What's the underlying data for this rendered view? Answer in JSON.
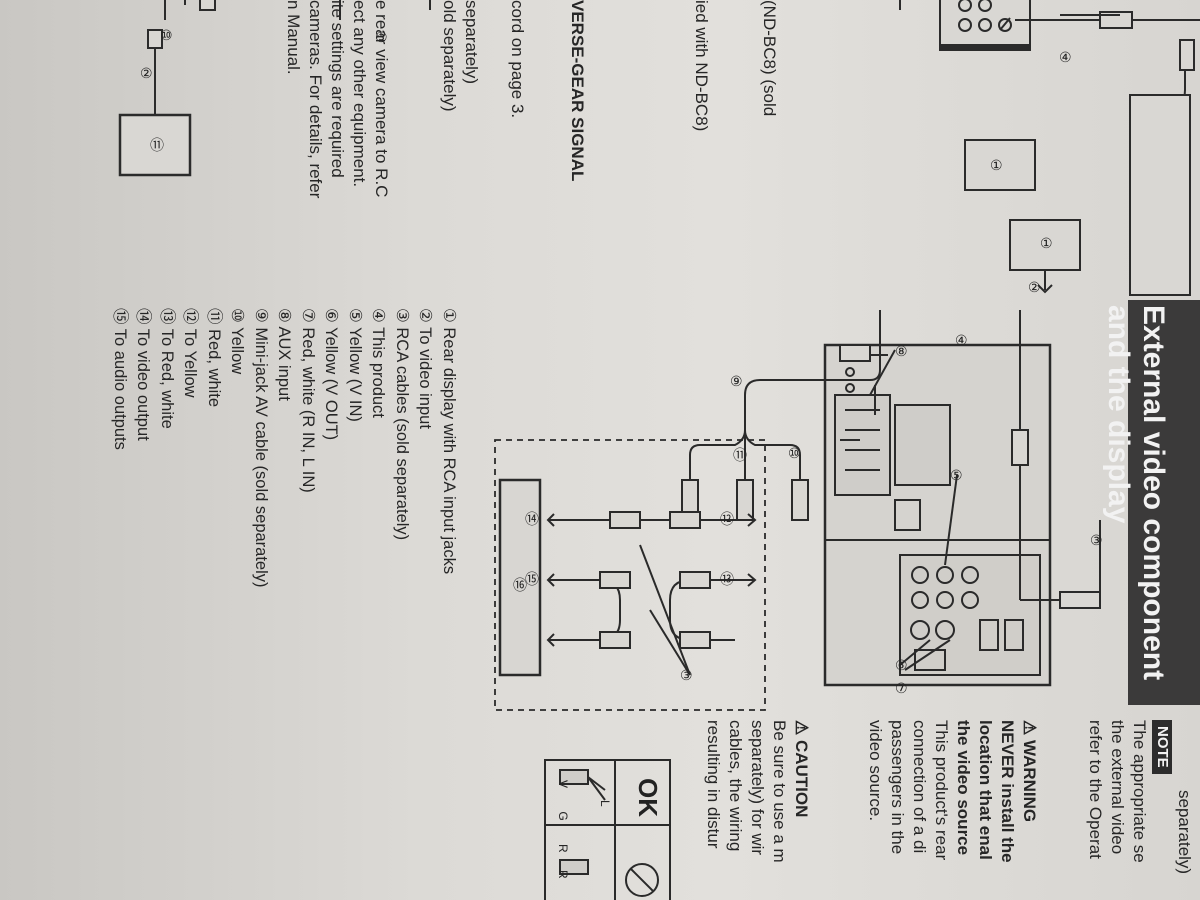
{
  "section_title": {
    "line1": "External video component",
    "line2": "and the display"
  },
  "left_column": {
    "lines": [
      "(ND-BC8) (sold",
      "ied with ND-BC8)",
      "VERSE-GEAR SIGNAL",
      "cord on page 3.",
      "separately)",
      "old separately)",
      "e rear view camera to R.C",
      "ect any other equipment.",
      "ite settings are required",
      " cameras. For details, refer",
      "n Manual."
    ]
  },
  "legend": {
    "items": [
      {
        "num": "①",
        "text": "Rear display with RCA input jacks"
      },
      {
        "num": "②",
        "text": "To video input"
      },
      {
        "num": "③",
        "text": "RCA cables (sold separately)"
      },
      {
        "num": "④",
        "text": "This product"
      },
      {
        "num": "⑤",
        "text": "Yellow (V IN)"
      },
      {
        "num": "⑥",
        "text": "Yellow (V OUT)"
      },
      {
        "num": "⑦",
        "text": "Red, white (R IN, L IN)"
      },
      {
        "num": "⑧",
        "text": "AUX input"
      },
      {
        "num": "⑨",
        "text": "Mini-jack AV cable (sold separately)"
      },
      {
        "num": "⑩",
        "text": "Yellow"
      },
      {
        "num": "⑪",
        "text": "Red, white"
      },
      {
        "num": "⑫",
        "text": "To Yellow"
      },
      {
        "num": "⑬",
        "text": "To Red, white"
      },
      {
        "num": "⑭",
        "text": "To video output"
      },
      {
        "num": "⑮",
        "text": "To audio outputs"
      }
    ]
  },
  "right_column": {
    "top_text": "separately)",
    "note_badge": "NOTE",
    "note_lines": [
      "The appropriate se",
      "the external video",
      "refer to the Operat"
    ],
    "warning_title": "WARNING",
    "warning_lines": [
      "NEVER install the",
      "location that enal",
      "the video source",
      "This product's rear",
      "connection of a di",
      "passengers in the",
      "video source."
    ],
    "caution_title": "CAUTION",
    "caution_lines": [
      "Be sure to use a m",
      "separately) for wir",
      "cables, the wiring",
      "resulting in distur"
    ],
    "ok_label": "OK",
    "jack_labels": [
      "L",
      "V",
      "G",
      "R"
    ]
  },
  "diagram_labels": {
    "n1": "①",
    "n2": "②",
    "n3": "③",
    "n4": "④",
    "n5": "⑤",
    "n6": "⑥",
    "n7": "⑦",
    "n8": "⑧",
    "n9": "⑨",
    "n10": "⑩",
    "n11": "⑪",
    "n12": "⑫",
    "n13": "⑬",
    "n14": "⑭",
    "n15": "⑮",
    "n16": "⑯"
  }
}
